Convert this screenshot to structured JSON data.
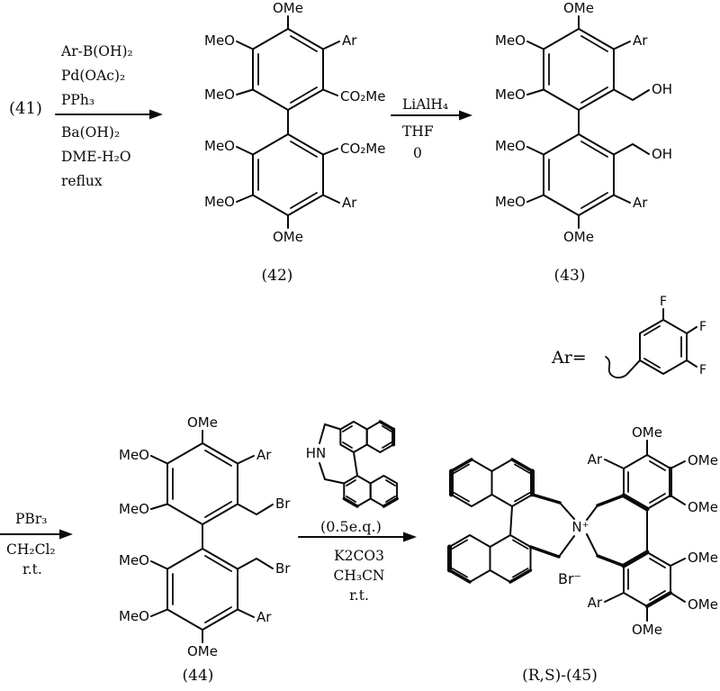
{
  "scheme": {
    "step1": {
      "reactant": "(41)",
      "above": [
        "Ar-B(OH)₂",
        "Pd(OAc)₂",
        "PPh₃"
      ],
      "below": [
        "Ba(OH)₂",
        "DME-H₂O",
        "reflux"
      ]
    },
    "step2": {
      "above": [
        "LiAlH₄"
      ],
      "below": [
        "THF",
        "0"
      ]
    },
    "step3": {
      "above": [
        "PBr₃"
      ],
      "below": [
        "CH₂Cl₂",
        "r.t."
      ]
    },
    "step4": {
      "amine_nh": "HN",
      "equiv": "(0.5e.q.)",
      "below": [
        "K2CO3",
        "CH₃CN",
        "r.t."
      ]
    },
    "c42": {
      "label": "(42)",
      "ome_top": "OMe",
      "meo_a_ul": "MeO",
      "meo_a_ll": "MeO",
      "ar_a": "Ar",
      "right_a": "CO₂Me",
      "meo_b_ul": "MeO",
      "meo_b_ll": "MeO",
      "ome_bottom": "OMe",
      "right_b": "CO₂Me",
      "ar_b": "Ar"
    },
    "c43": {
      "label": "(43)",
      "ome_top": "OMe",
      "meo_a_ul": "MeO",
      "meo_a_ll": "MeO",
      "ar_a": "Ar",
      "right_a": "OH",
      "meo_b_ul": "MeO",
      "meo_b_ll": "MeO",
      "ome_bottom": "OMe",
      "right_b": "OH",
      "ar_b": "Ar"
    },
    "c44": {
      "label": "(44)",
      "ome_top": "OMe",
      "meo_a_ul": "MeO",
      "meo_a_ll": "MeO",
      "ar_a": "Ar",
      "right_a": "Br",
      "meo_b_ul": "MeO",
      "meo_b_ll": "MeO",
      "ome_bottom": "OMe",
      "right_b": "Br",
      "ar_b": "Ar"
    },
    "c45": {
      "label": "(R,S)-(45)",
      "ome_top": "OMe",
      "ar_c": "Ar",
      "ome_c_ur": "OMe",
      "ome_c_lr": "OMe",
      "n_label": "N⁺",
      "br_label": "Br⁻",
      "ome_d_ur": "OMe",
      "ome_d_lr": "OMe",
      "ome_d_bottom": "OMe",
      "ar_d": "Ar"
    },
    "ar_def": {
      "prefix": "Ar=",
      "f_top": "F",
      "f_ur": "F",
      "f_lr": "F"
    }
  }
}
